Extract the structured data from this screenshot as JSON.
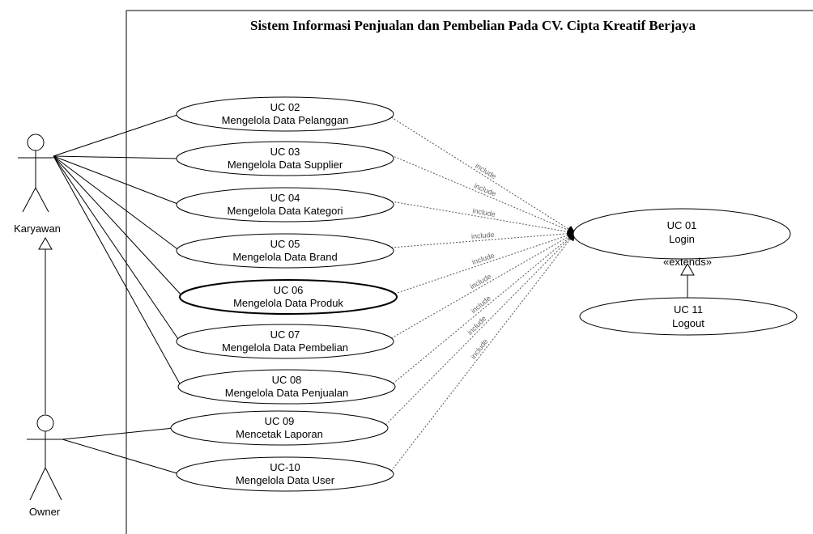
{
  "title": "Sistem Informasi Penjualan dan Pembelian Pada CV. Cipta Kreatif Berjaya",
  "actors": [
    {
      "id": "karyawan",
      "label": "Karyawan"
    },
    {
      "id": "owner",
      "label": "Owner"
    }
  ],
  "login": {
    "code": "UC 01",
    "name": "Login"
  },
  "logout": {
    "code": "UC 11",
    "name": "Logout"
  },
  "extends_label": "«extends»",
  "include_label": "include",
  "use_cases": [
    {
      "code": "UC 02",
      "name": "Mengelola Data Pelanggan"
    },
    {
      "code": "UC 03",
      "name": "Mengelola Data Supplier"
    },
    {
      "code": "UC 04",
      "name": "Mengelola Data Kategori"
    },
    {
      "code": "UC 05",
      "name": "Mengelola Data Brand"
    },
    {
      "code": "UC 06",
      "name": "Mengelola Data Produk"
    },
    {
      "code": "UC 07",
      "name": "Mengelola Data Pembelian"
    },
    {
      "code": "UC 08",
      "name": "Mengelola Data Penjualan"
    },
    {
      "code": "UC 09",
      "name": "Mencetak Laporan"
    },
    {
      "code": "UC-10",
      "name": "Mengelola Data User"
    }
  ]
}
